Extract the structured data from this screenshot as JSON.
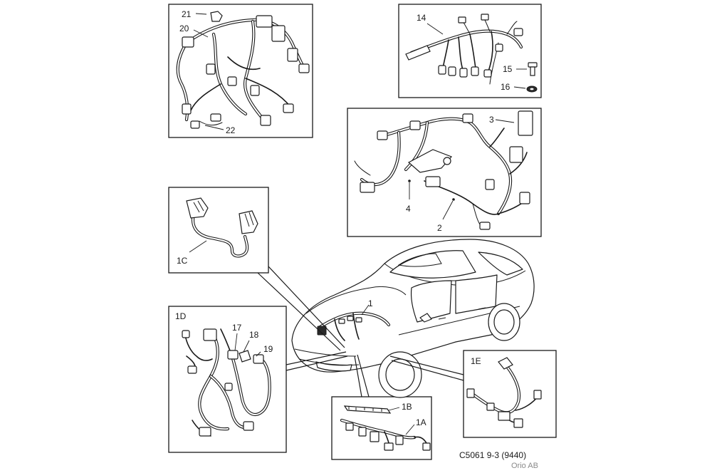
{
  "parts": {
    "p1": "1",
    "p1a": "1A",
    "p1b": "1B",
    "p1c": "1C",
    "p1d": "1D",
    "p1e": "1E",
    "p2": "2",
    "p3": "3",
    "p4": "4",
    "p14": "14",
    "p15": "15",
    "p16": "16",
    "p17": "17",
    "p18": "18",
    "p19": "19",
    "p20": "20",
    "p21": "21",
    "p22": "22"
  },
  "caption": {
    "code": "C5061 9-3 (9440)",
    "publisher": "Orio AB"
  }
}
